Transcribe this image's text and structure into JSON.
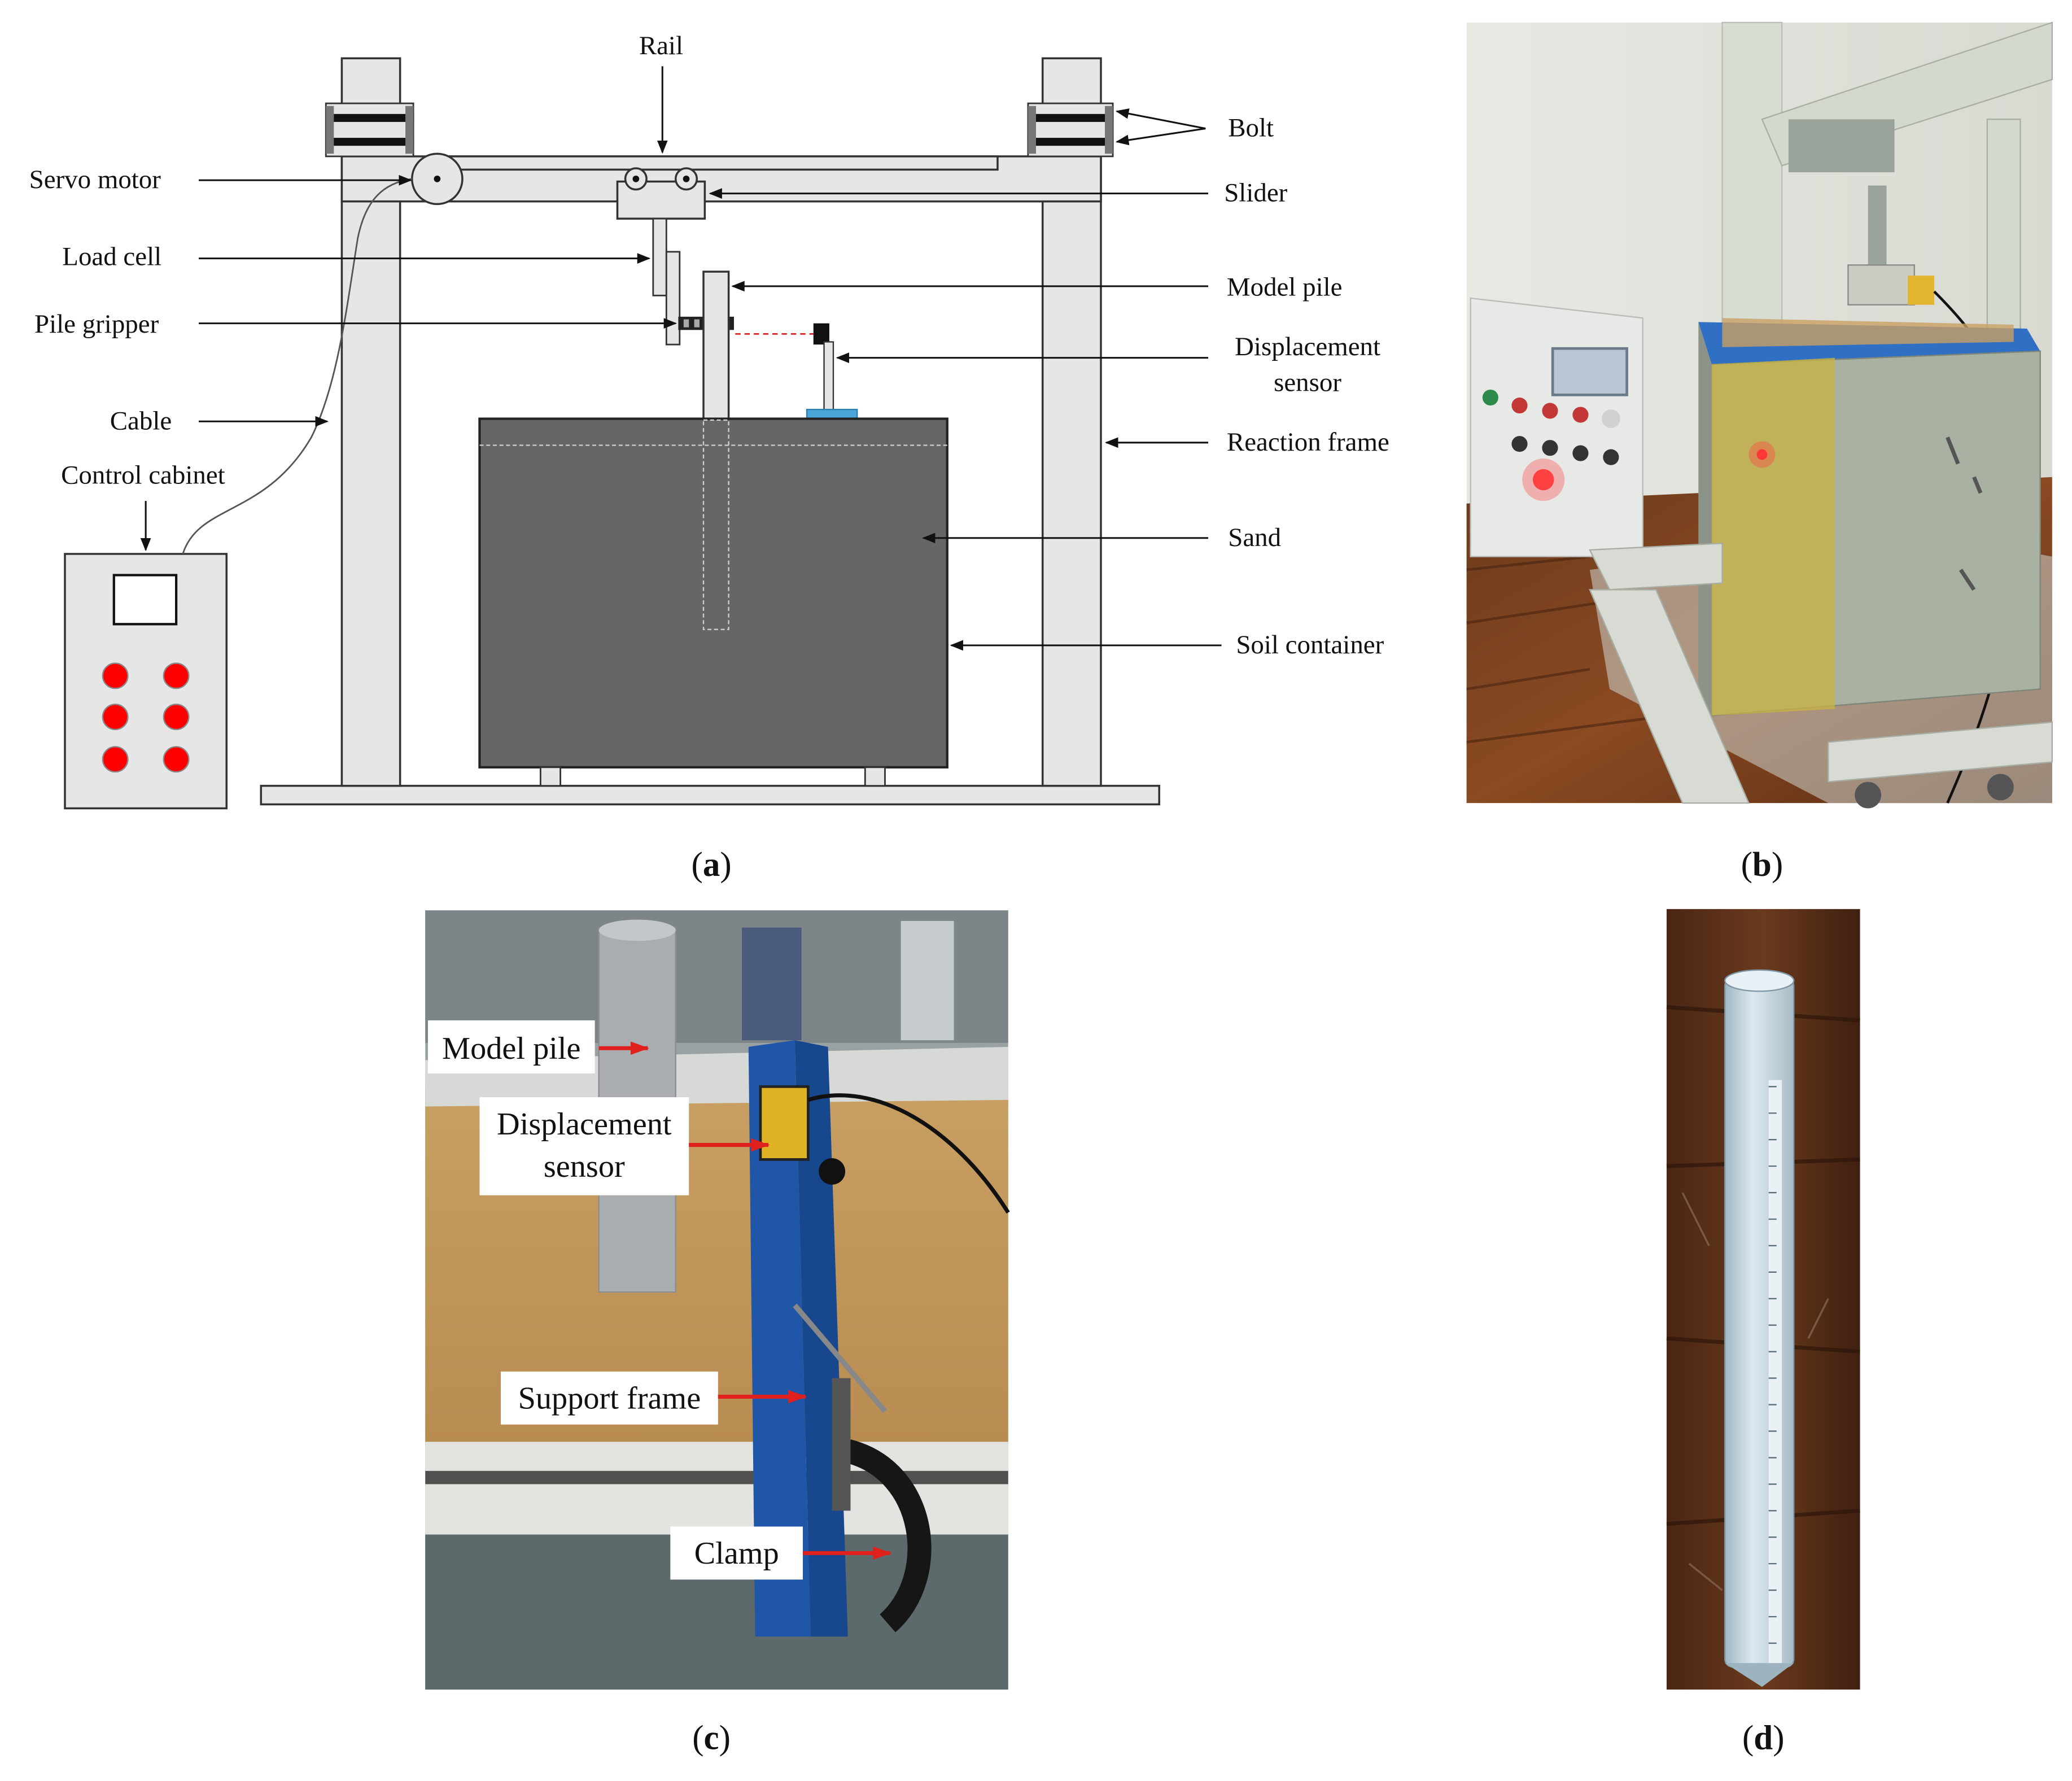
{
  "panel_a": {
    "labels": {
      "rail": "Rail",
      "bolt": "Bolt",
      "servo_motor": "Servo motor",
      "slider": "Slider",
      "load_cell": "Load cell",
      "model_pile": "Model pile",
      "pile_gripper": "Pile gripper",
      "displacement_sensor_line1": "Displacement",
      "displacement_sensor_line2": "sensor",
      "cable": "Cable",
      "reaction_frame": "Reaction frame",
      "control_cabinet": "Control cabinet",
      "sand": "Sand",
      "soil_container": "Soil container"
    },
    "caption_letter": "a"
  },
  "panel_b": {
    "caption_letter": "b"
  },
  "panel_c": {
    "labels": {
      "model_pile": "Model pile",
      "displacement_sensor_line1": "Displacement",
      "displacement_sensor_line2": "sensor",
      "support_frame": "Support frame",
      "clamp": "Clamp"
    },
    "caption_letter": "c"
  },
  "panel_d": {
    "caption_letter": "d"
  },
  "colors": {
    "frame": "#e6e6e6",
    "outline": "#333333",
    "sand": "#666666",
    "button_red": "#ff0000",
    "arrow_red": "#e0201c",
    "sensor_base_blue": "#4aa6d8",
    "support_blue": "#1f56a8"
  }
}
